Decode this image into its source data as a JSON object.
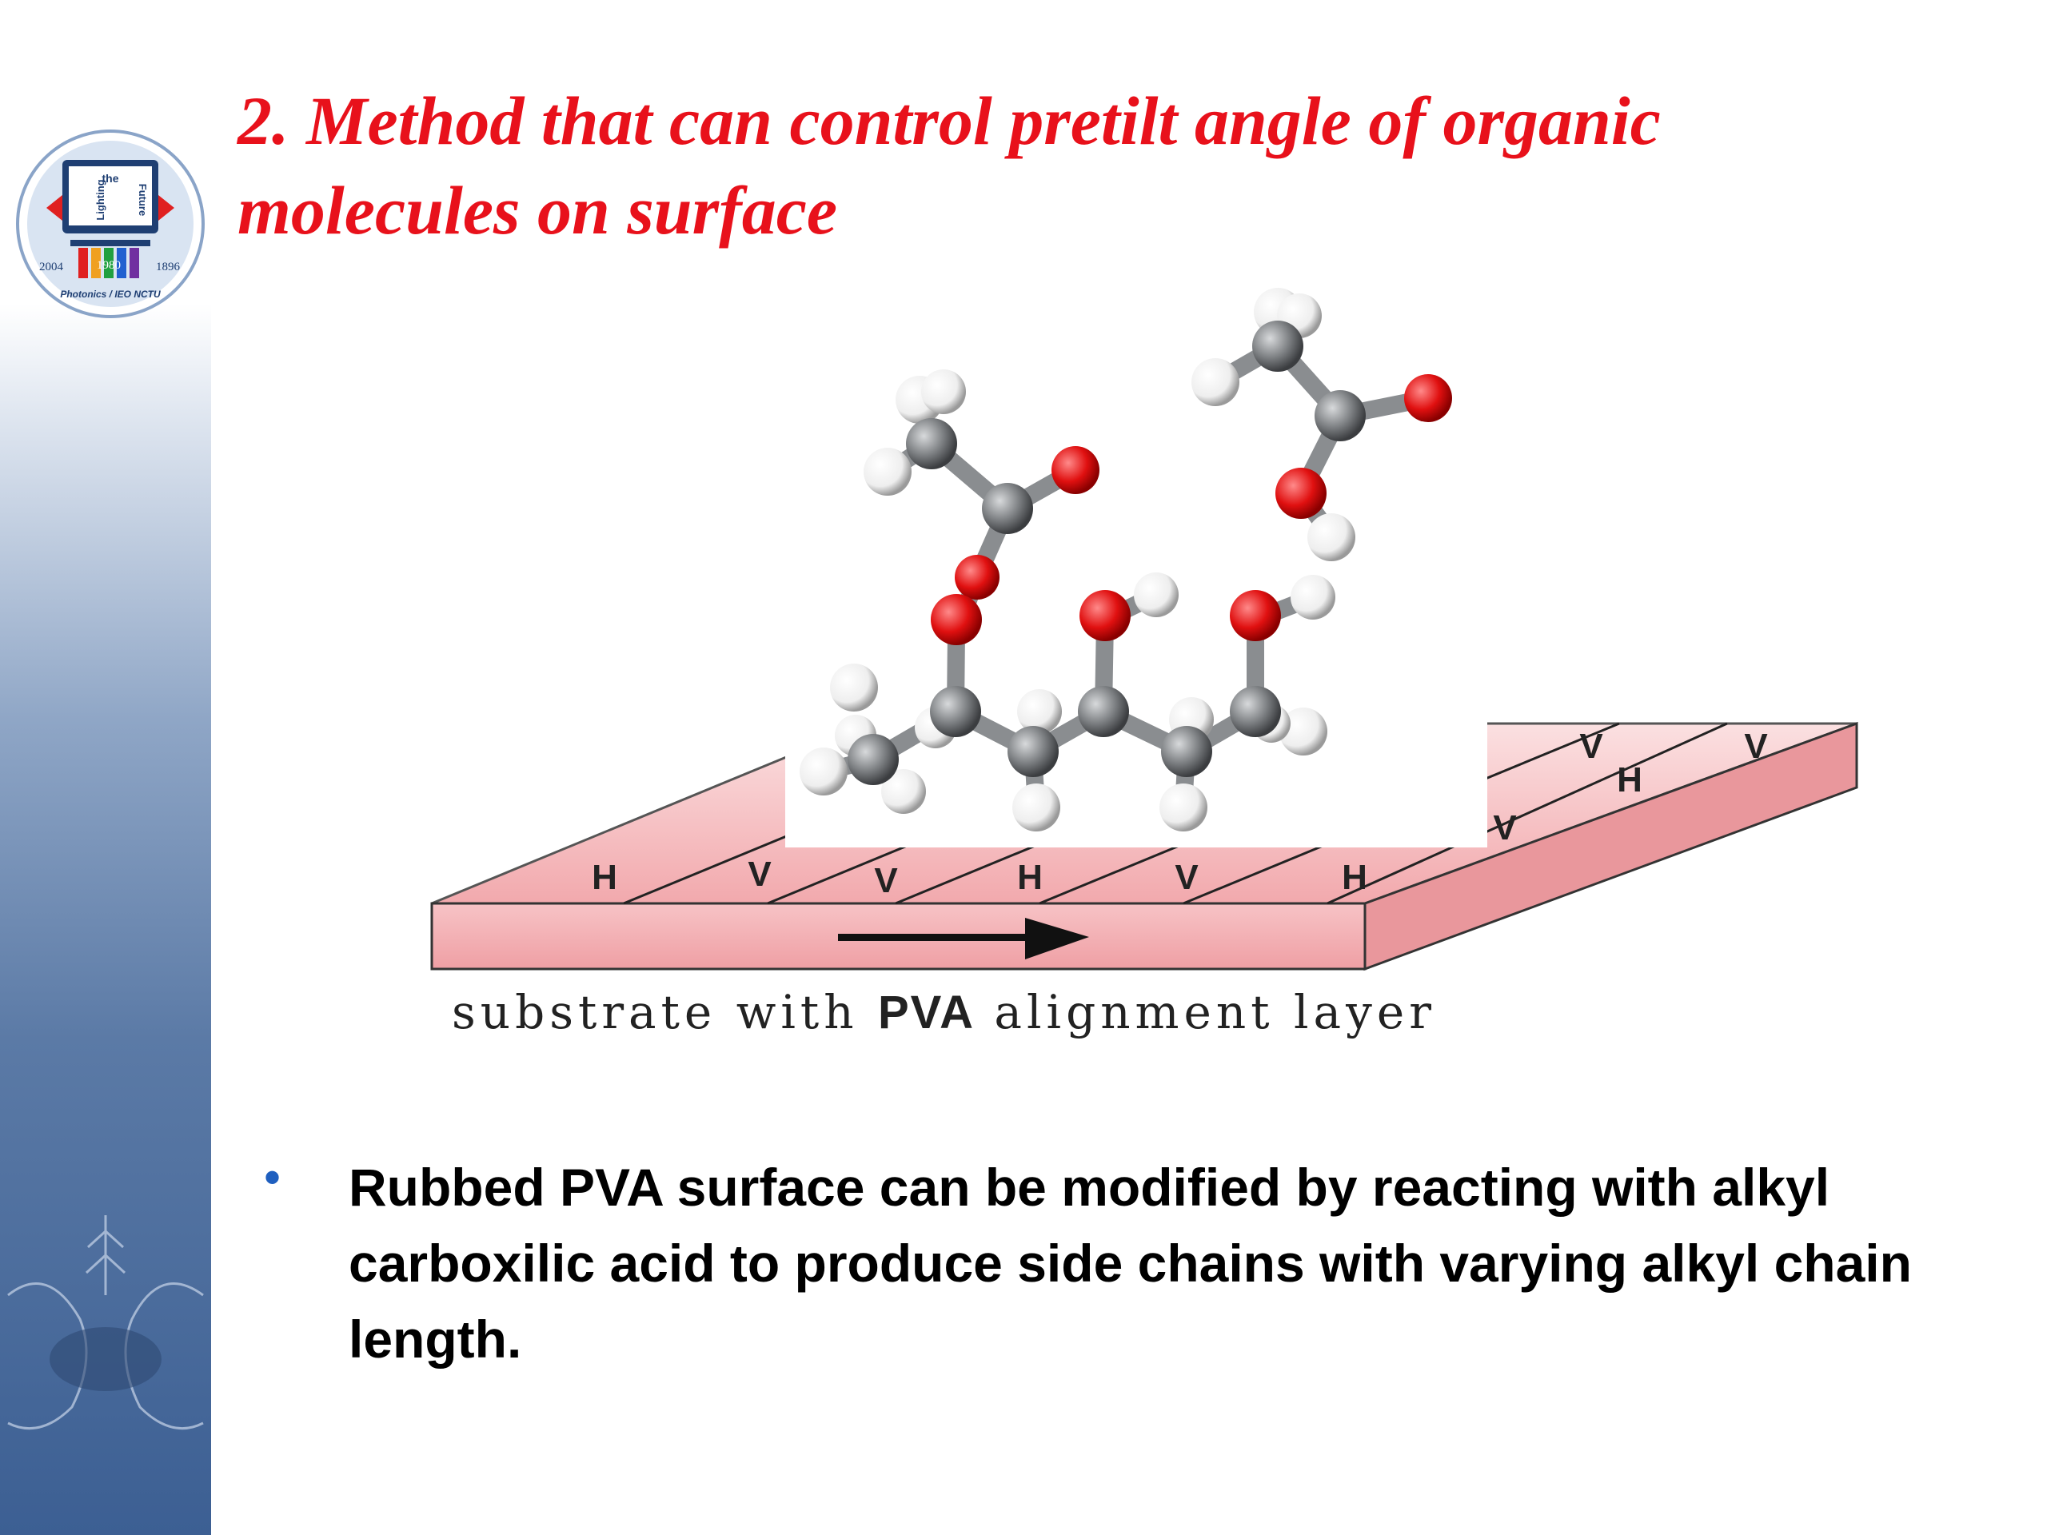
{
  "title": "2. Method that can control pretilt angle of organic molecules on surface",
  "logo": {
    "word_top": "the",
    "word_left": "Lighting",
    "word_right": "Future",
    "year_left": "2004",
    "year_center": "1980",
    "year_right": "1896",
    "bottom_text": "Photonics / IEO NCTU"
  },
  "figure": {
    "substrate_labels_front": [
      "H",
      "V",
      "V",
      "H",
      "V",
      "H"
    ],
    "substrate_labels_right": [
      "V",
      "V",
      "H",
      "V"
    ],
    "caption_pre": "substrate with ",
    "caption_bold": "PVA",
    "caption_post": " alignment layer",
    "colors": {
      "substrate": "#f2a9ad",
      "oxygen": "#e01010",
      "carbon": "#7a7d80",
      "hydrogen": "#f4f4f4"
    }
  },
  "bullet": {
    "text": "Rubbed PVA surface can be modified by reacting with alkyl carboxilic acid to produce side chains with varying alkyl chain length."
  },
  "colors": {
    "title": "#e8111b",
    "bullet_marker": "#1f5fbf",
    "sidebar_bottom": "#3c5f93"
  }
}
